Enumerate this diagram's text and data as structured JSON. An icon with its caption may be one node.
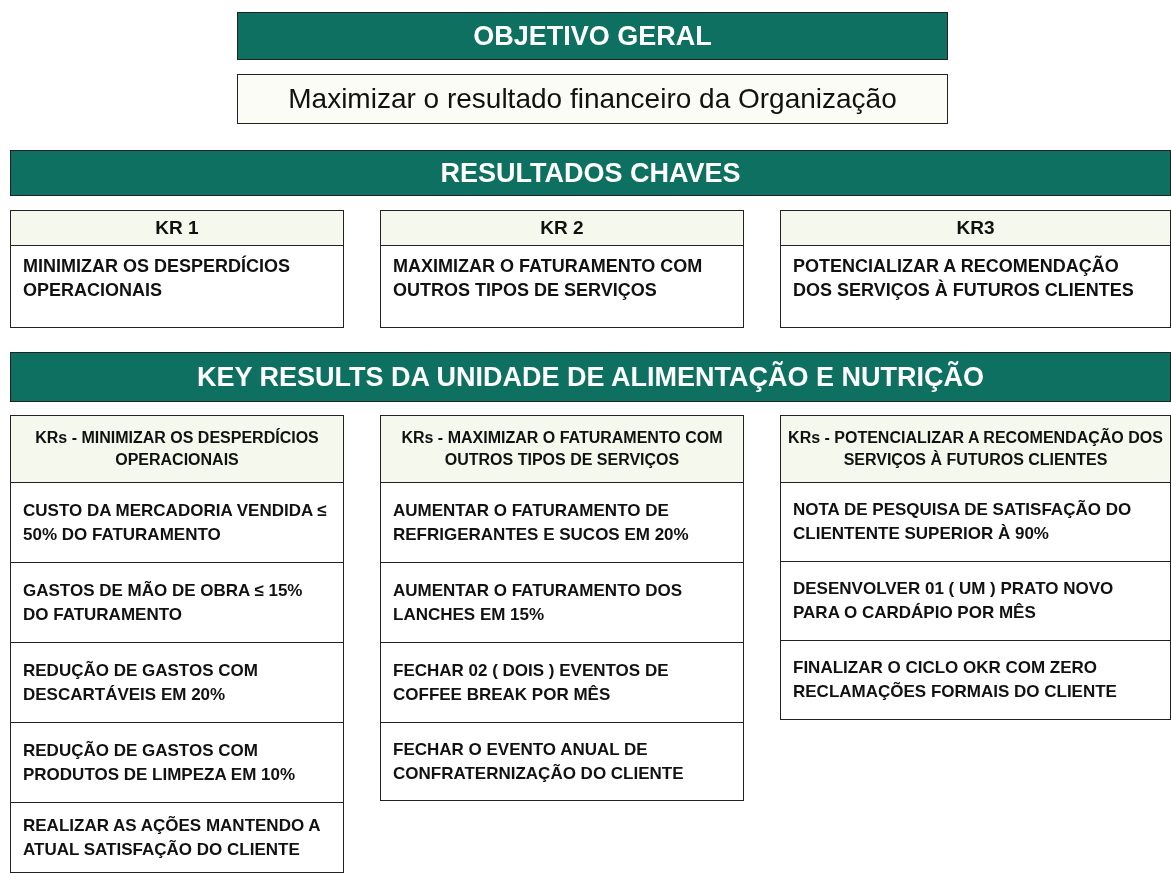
{
  "diagram": {
    "nodes": [
      {
        "text": [
          "OBJETIVO GERAL"
        ]
      },
      {
        "text": [
          "Maximizar o resultado financeiro da Organização"
        ]
      },
      {
        "text": [
          "RESULTADOS CHAVES"
        ]
      },
      {
        "text": [
          "KR 1",
          "MINIMIZAR OS DESPERDÍCIOS OPERACIONAIS"
        ]
      },
      {
        "text": [
          "KR 2",
          "MAXIMIZAR O FATURAMENTO COM OUTROS TIPOS DE SERVIÇOS"
        ]
      },
      {
        "text": [
          "KR3",
          "POTENCIALIZAR A RECOMENDAÇÃO DOS SERVIÇOS À FUTUROS CLIENTES"
        ]
      },
      {
        "text": [
          "KEY RESULTS DA UNIDADE DE ALIMENTAÇÃO E NUTRIÇÃO"
        ]
      },
      {
        "text": [
          "KRs - MINIMIZAR OS DESPERDÍCIOS OPERACIONAIS"
        ]
      },
      {
        "text": [
          "CUSTO DA MERCADORIA VENDIDA ≤ 50% DO FATURAMENTO"
        ]
      },
      {
        "text": [
          "GASTOS DE MÃO DE OBRA ≤ 15% DO FATURAMENTO"
        ]
      },
      {
        "text": [
          "REDUÇÃO DE GASTOS COM DESCARTÁVEIS EM 20%"
        ]
      },
      {
        "text": [
          "REDUÇÃO DE GASTOS COM PRODUTOS DE LIMPEZA EM 10%"
        ]
      },
      {
        "text": [
          "REALIZAR AS AÇÕES MANTENDO A ATUAL SATISFAÇÃO DO CLIENTE"
        ]
      },
      {
        "text": [
          "KRs - MAXIMIZAR O FATURAMENTO COM OUTROS TIPOS DE SERVIÇOS"
        ]
      },
      {
        "text": [
          "AUMENTAR O FATURAMENTO DE REFRIGERANTES E SUCOS EM 20%"
        ]
      },
      {
        "text": [
          "AUMENTAR O FATURAMENTO DOS LANCHES EM 15%"
        ]
      },
      {
        "text": [
          "FECHAR 02 ( DOIS ) EVENTOS DE COFFEE BREAK POR MÊS"
        ]
      },
      {
        "text": [
          "FECHAR O EVENTO ANUAL DE CONFRATERNIZAÇÃO DO CLIENTE"
        ]
      },
      {
        "text": [
          "KRs - POTENCIALIZAR A RECOMENDAÇÃO DOS SERVIÇOS À FUTUROS CLIENTES"
        ]
      },
      {
        "text": [
          "NOTA DE PESQUISA DE SATISFAÇÃO DO CLIENTENTE SUPERIOR À 90%"
        ]
      },
      {
        "text": [
          "DESENVOLVER 01 ( UM ) PRATO NOVO PARA O CARDÁPIO POR MÊS"
        ]
      },
      {
        "text": [
          "FINALIZAR O CICLO OKR COM ZERO RECLAMAÇÕES FORMAIS DO CLIENTE"
        ]
      }
    ]
  }
}
